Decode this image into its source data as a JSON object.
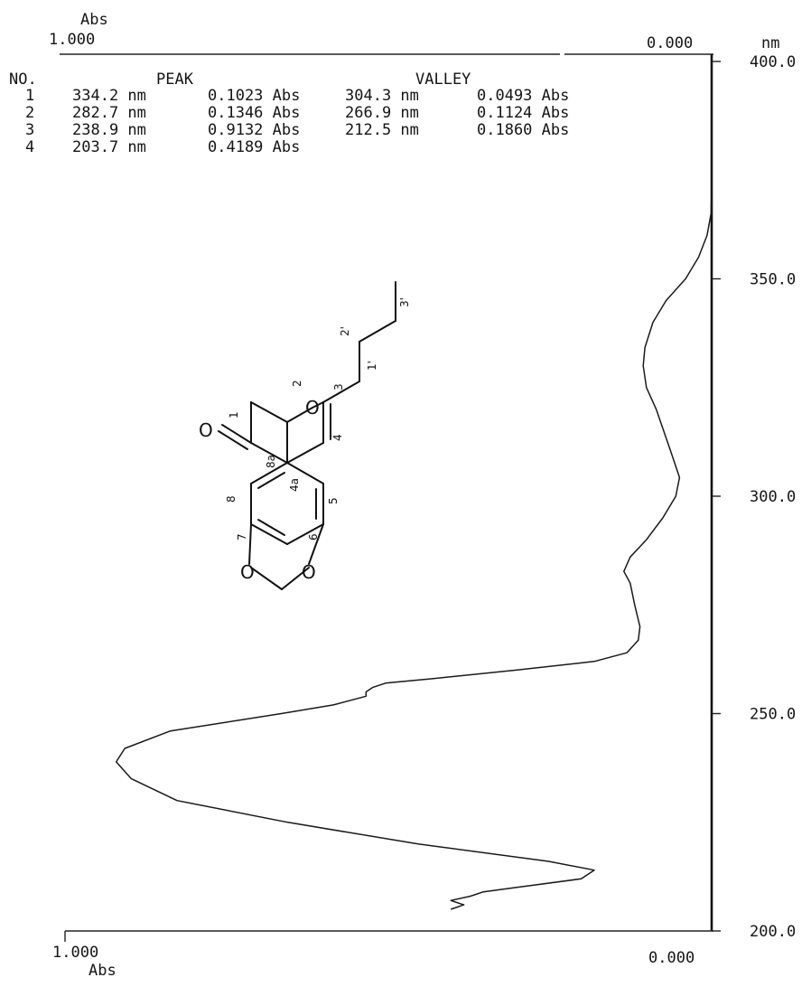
{
  "chart_data": {
    "type": "line",
    "orientation": "vertical-wavelength",
    "x_axis": {
      "unit": "nm",
      "range": [
        200.0,
        400.0
      ],
      "ticks": [
        "400.0",
        "350.0",
        "300.0",
        "250.0",
        "200.0"
      ]
    },
    "y_axis": {
      "unit": "Abs",
      "range": [
        0.0,
        1.0
      ],
      "tick_labels": [
        "1.000",
        "0.000"
      ]
    },
    "grid": false,
    "curve": {
      "x": [
        205,
        206,
        207,
        208,
        209,
        210,
        212,
        214,
        216,
        220,
        225,
        230,
        235,
        238.9,
        242,
        246,
        250,
        252,
        254,
        255,
        256,
        257,
        258,
        260,
        262,
        264,
        266.9,
        270,
        275,
        280,
        282.7,
        286,
        290,
        295,
        300,
        304.3,
        310,
        320,
        325,
        330,
        334.2,
        340,
        345,
        350,
        355,
        360,
        365,
        370,
        380,
        390,
        400
      ],
      "y": [
        0.4,
        0.38,
        0.4,
        0.37,
        0.35,
        0.3,
        0.2,
        0.18,
        0.25,
        0.45,
        0.65,
        0.82,
        0.89,
        0.9132,
        0.9,
        0.83,
        0.66,
        0.58,
        0.53,
        0.53,
        0.52,
        0.5,
        0.43,
        0.3,
        0.18,
        0.13,
        0.1124,
        0.11,
        0.118,
        0.125,
        0.1346,
        0.125,
        0.1,
        0.075,
        0.055,
        0.0493,
        0.062,
        0.085,
        0.1,
        0.105,
        0.1023,
        0.09,
        0.07,
        0.04,
        0.02,
        0.007,
        0.001,
        0.0,
        0.0,
        0.0,
        0.0
      ]
    },
    "table": {
      "headers": {
        "no": "NO.",
        "peak": "PEAK",
        "valley": "VALLEY"
      },
      "rows": [
        {
          "no": "1",
          "peak_nm": "334.2 nm",
          "peak_abs": "0.1023 Abs",
          "valley_nm": "304.3 nm",
          "valley_abs": "0.0493 Abs"
        },
        {
          "no": "2",
          "peak_nm": "282.7 nm",
          "peak_abs": "0.1346 Abs",
          "valley_nm": "266.9 nm",
          "valley_abs": "0.1124 Abs"
        },
        {
          "no": "3",
          "peak_nm": "238.9 nm",
          "peak_abs": "0.9132 Abs",
          "valley_nm": "212.5 nm",
          "valley_abs": "0.1860 Abs"
        },
        {
          "no": "4",
          "peak_nm": "203.7 nm",
          "peak_abs": "0.4189 Abs",
          "valley_nm": "",
          "valley_abs": ""
        }
      ]
    }
  },
  "labels": {
    "top_abs_unit": "Abs",
    "top_left_value": "1.000",
    "top_right_value": "0.000",
    "x_unit": "nm",
    "bottom_left_value": "1.000",
    "bottom_right_value": "0.000",
    "bottom_abs_unit": "Abs"
  },
  "structure": {
    "atom_labels": {
      "o_carbonyl": "O",
      "o_ring": "O",
      "o_left": "O",
      "o_right": "O"
    },
    "position_labels": [
      "1",
      "2",
      "3",
      "4",
      "4a",
      "5",
      "6",
      "7",
      "8",
      "8a",
      "1'",
      "2'",
      "3'"
    ]
  }
}
